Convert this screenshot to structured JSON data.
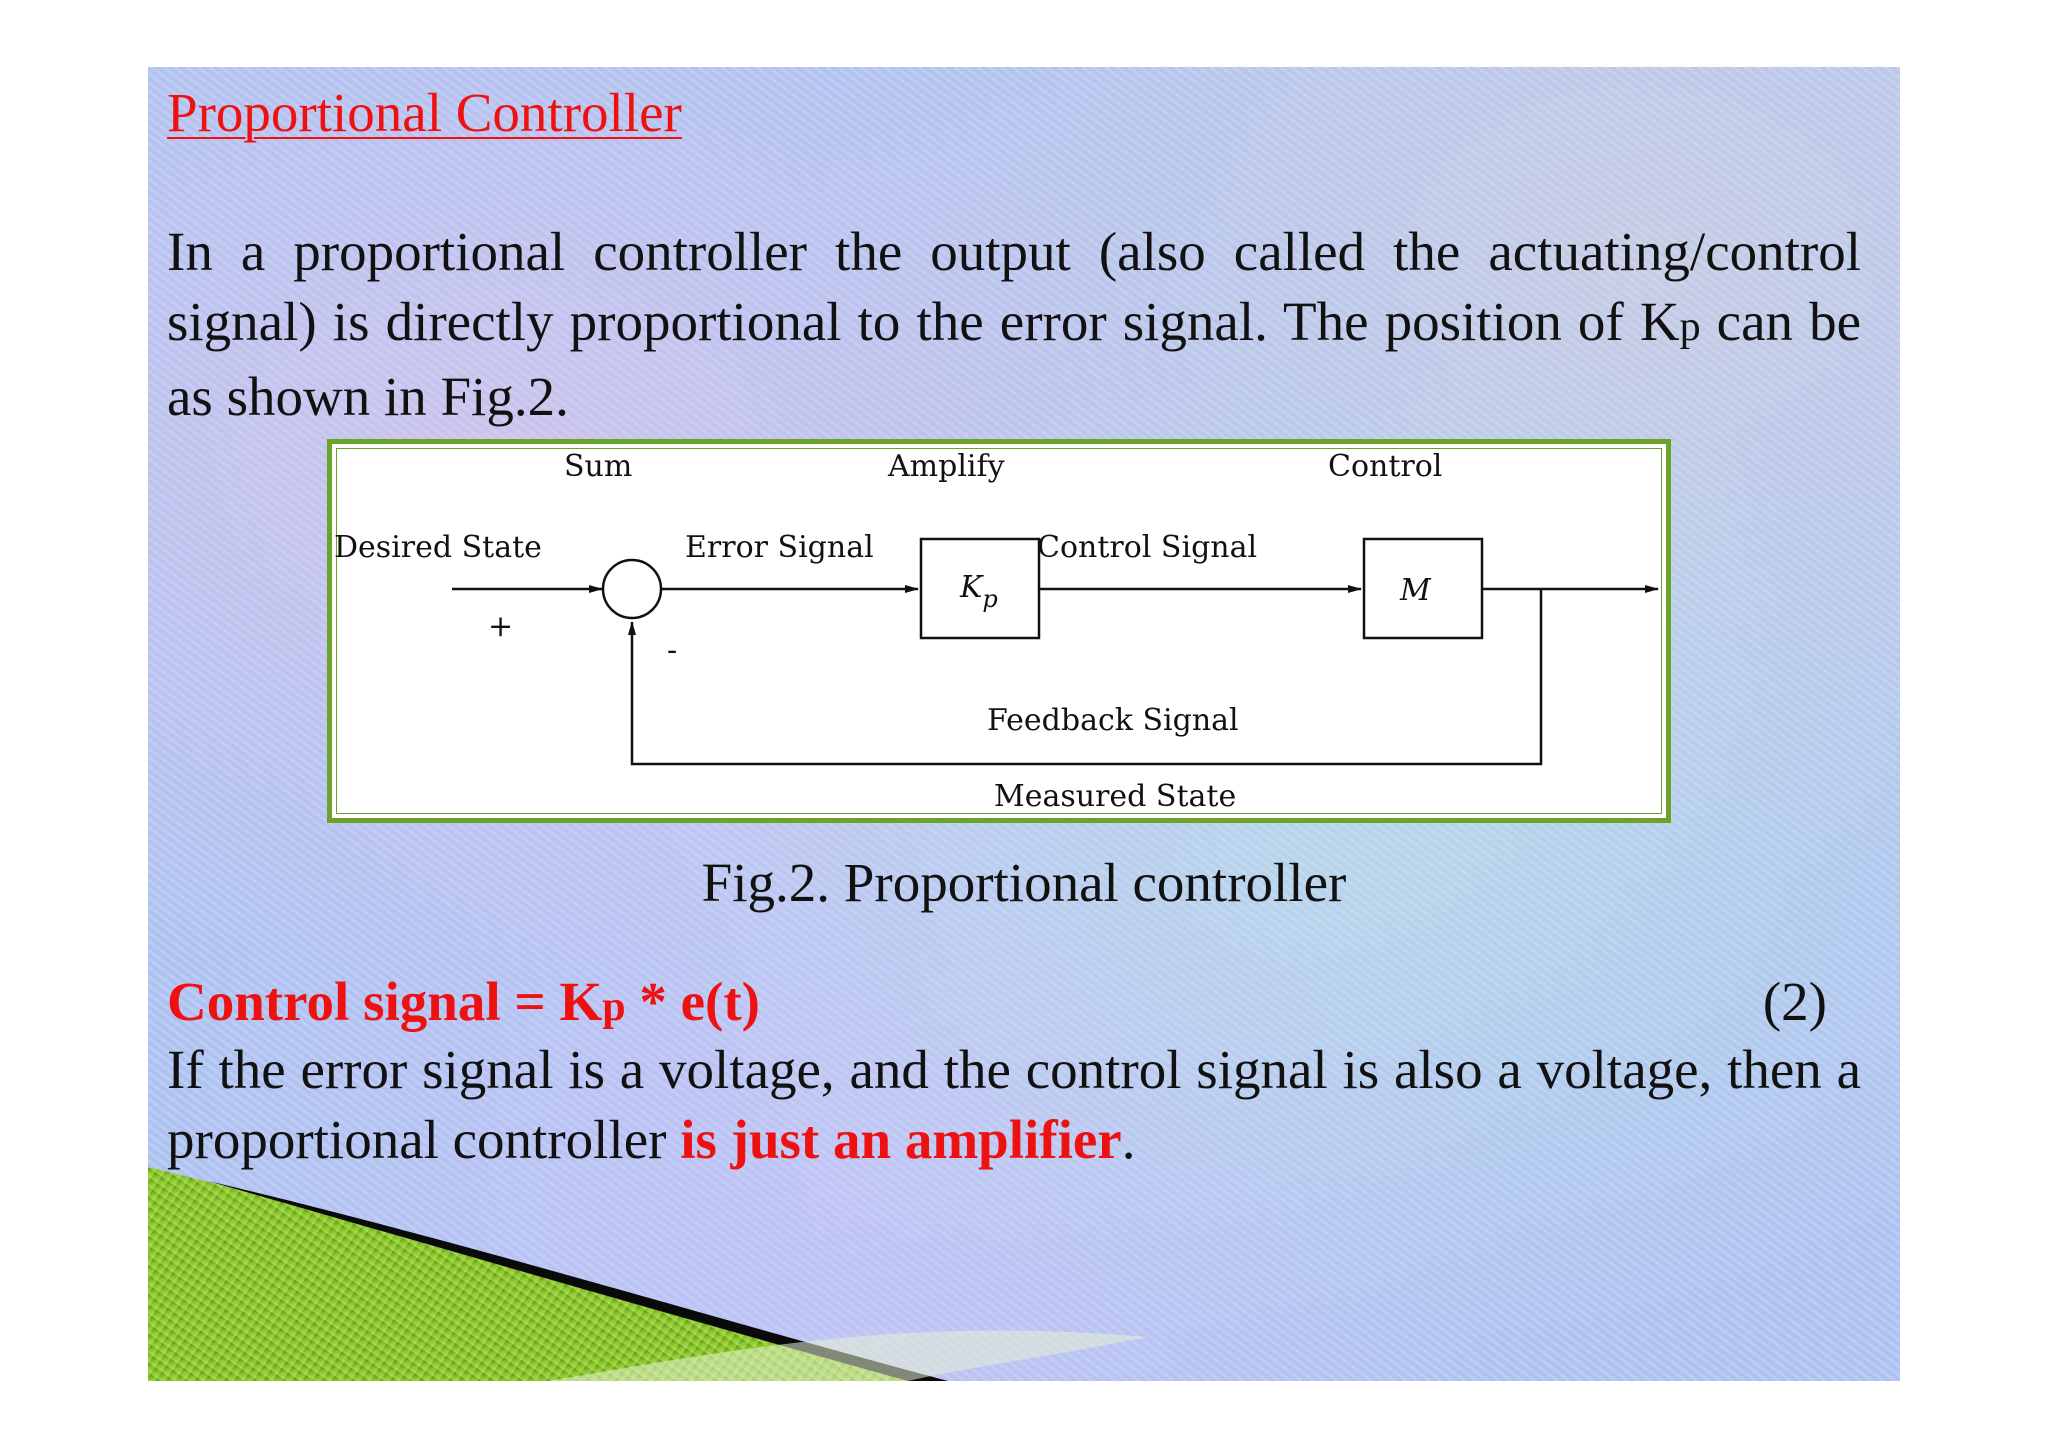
{
  "slide": {
    "title": "Proportional Controller",
    "paragraph1": "In a proportional controller the output (also called the actuating/control signal) is directly proportional to the error signal. The position of K",
    "paragraph1_sub": "p",
    "paragraph1_end": "can be as shown in Fig.2.",
    "caption": "Fig.2. Proportional controller",
    "equation": {
      "lhs": "Control signal = K",
      "sub": "p",
      "rhs": " * e(t)",
      "number": "(2)"
    },
    "paragraph2_start": "If the error signal is a voltage, and the control signal is also a voltage, then a proportional controller ",
    "paragraph2_highlight": "is just an amplifier",
    "paragraph2_end": "."
  },
  "diagram": {
    "label_sum": "Sum",
    "label_amplify": "Amplify",
    "label_control": "Control",
    "label_desired_state": "Desired State",
    "label_error_signal": "Error Signal",
    "label_control_signal": "Control Signal",
    "block_kp": "K",
    "block_kp_sub": "p",
    "block_m": "M",
    "sign_plus": "+",
    "sign_minus": "-",
    "label_feedback_signal": "Feedback Signal",
    "label_measured_state": "Measured State"
  },
  "colors": {
    "title_red": "#ee1111",
    "frame_green": "#6aa22a",
    "background_blue": "#b2c6f2"
  }
}
